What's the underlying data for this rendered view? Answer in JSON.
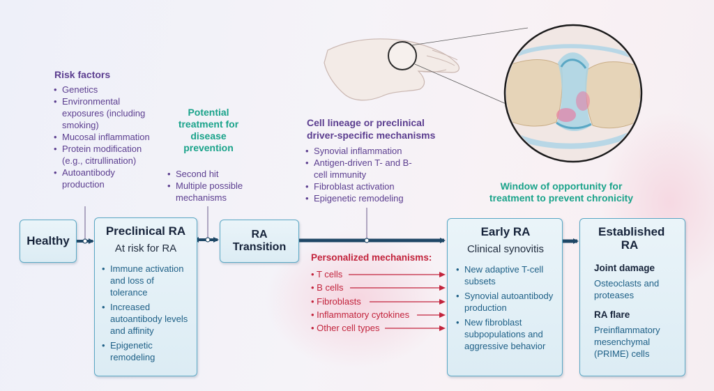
{
  "risk": {
    "heading": "Risk factors",
    "items": [
      "Genetics",
      "Environmental exposures (including smoking)",
      "Mucosal inflammation",
      "Protein modification (e.g., citrullination)",
      "Autoantibody production"
    ]
  },
  "prevention": {
    "heading": "Potential treatment for disease prevention"
  },
  "second_hit": {
    "items": [
      "Second hit",
      "Multiple possible mechanisms"
    ]
  },
  "lineage": {
    "heading": "Cell lineage or preclinical driver-specific mechanisms",
    "items": [
      "Synovial inflammation",
      "Antigen-driven T- and B-cell immunity",
      "Fibroblast activation",
      "Epigenetic remodeling"
    ]
  },
  "window": {
    "heading": "Window of opportunity for treatment to prevent chronicity"
  },
  "healthy": {
    "title": "Healthy"
  },
  "preclinical": {
    "title": "Preclinical RA",
    "subtitle": "At risk for RA",
    "items": [
      "Immune activation and loss of tolerance",
      "Increased autoantibody levels and affinity",
      "Epigenetic remodeling"
    ]
  },
  "transition": {
    "title": "RA Transition"
  },
  "personalized": {
    "heading": "Personalized mechanisms:",
    "items": [
      "T cells",
      "B cells",
      "Fibroblasts",
      "Inflammatory cytokines",
      "Other cell types"
    ]
  },
  "early": {
    "title": "Early RA",
    "subtitle": "Clinical synovitis",
    "items": [
      "New adaptive T-cell subsets",
      "Synovial autoantibody production",
      "New fibroblast subpopulations and aggressive behavior"
    ]
  },
  "established": {
    "title": "Established RA",
    "joint_heading": "Joint damage",
    "joint_text": "Osteoclasts and proteases",
    "flare_heading": "RA flare",
    "flare_text": "Preinflammatory mesenchymal (PRIME) cells"
  },
  "colors": {
    "purple": "#5b3d8f",
    "green": "#1aa38a",
    "red": "#c2233c",
    "navy": "#1f4766",
    "box_border": "#5aa7c4",
    "box_text": "#1d5f86"
  },
  "icons": [
    "hand-illustration",
    "magnifier-circle-icon",
    "joint-illustration"
  ]
}
